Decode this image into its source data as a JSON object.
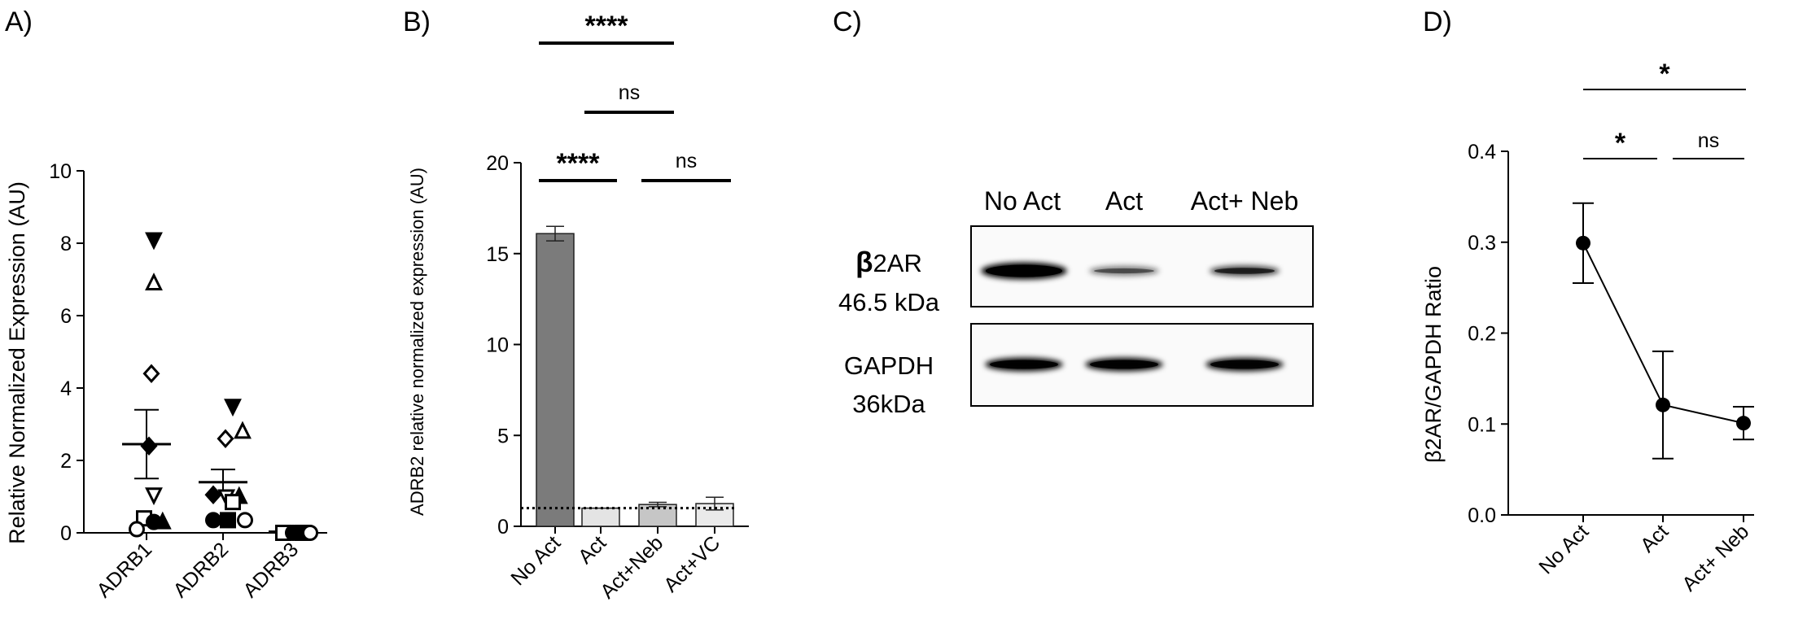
{
  "panels": {
    "A": {
      "label": "A)",
      "chart_data": {
        "type": "scatter",
        "ylabel": "Relative Normalized Expression (AU)",
        "xlabel": "",
        "categories": [
          "ADRB1",
          "ADRB2",
          "ADRB3"
        ],
        "ylim": [
          0,
          10
        ],
        "yticks": [
          0,
          2,
          4,
          6,
          8,
          10
        ],
        "points": [
          {
            "cat": "ADRB1",
            "dx": 0.15,
            "y": 8.1,
            "marker": "triangle-down-filled"
          },
          {
            "cat": "ADRB1",
            "dx": 0.15,
            "y": 6.9,
            "marker": "triangle-up-open"
          },
          {
            "cat": "ADRB1",
            "dx": 0.1,
            "y": 4.4,
            "marker": "diamond-open"
          },
          {
            "cat": "ADRB1",
            "dx": 0.05,
            "y": 2.4,
            "marker": "diamond-filled"
          },
          {
            "cat": "ADRB1",
            "dx": 0.15,
            "y": 1.05,
            "marker": "triangle-down-open"
          },
          {
            "cat": "ADRB1",
            "dx": -0.05,
            "y": 0.4,
            "marker": "square-open"
          },
          {
            "cat": "ADRB1",
            "dx": 0.15,
            "y": 0.3,
            "marker": "circle-filled"
          },
          {
            "cat": "ADRB1",
            "dx": 0.33,
            "y": 0.3,
            "marker": "triangle-up-filled"
          },
          {
            "cat": "ADRB1",
            "dx": -0.2,
            "y": 0.1,
            "marker": "circle-open"
          },
          {
            "cat": "ADRB2",
            "dx": 0.2,
            "y": 3.5,
            "marker": "triangle-down-filled"
          },
          {
            "cat": "ADRB2",
            "dx": 0.4,
            "y": 2.8,
            "marker": "triangle-up-open"
          },
          {
            "cat": "ADRB2",
            "dx": 0.05,
            "y": 2.6,
            "marker": "diamond-open"
          },
          {
            "cat": "ADRB2",
            "dx": -0.2,
            "y": 1.05,
            "marker": "diamond-filled"
          },
          {
            "cat": "ADRB2",
            "dx": 0.07,
            "y": 1.0,
            "marker": "triangle-down-open"
          },
          {
            "cat": "ADRB2",
            "dx": 0.33,
            "y": 1.0,
            "marker": "triangle-up-filled"
          },
          {
            "cat": "ADRB2",
            "dx": 0.2,
            "y": 0.85,
            "marker": "square-open"
          },
          {
            "cat": "ADRB2",
            "dx": -0.2,
            "y": 0.35,
            "marker": "circle-filled"
          },
          {
            "cat": "ADRB2",
            "dx": 0.1,
            "y": 0.35,
            "marker": "square-filled"
          },
          {
            "cat": "ADRB2",
            "dx": 0.45,
            "y": 0.35,
            "marker": "circle-open"
          },
          {
            "cat": "ADRB3",
            "dx": -0.2,
            "y": 0.0,
            "marker": "square-open"
          },
          {
            "cat": "ADRB3",
            "dx": 0.0,
            "y": 0.0,
            "marker": "circle-filled"
          },
          {
            "cat": "ADRB3",
            "dx": 0.2,
            "y": 0.0,
            "marker": "square-filled"
          },
          {
            "cat": "ADRB3",
            "dx": 0.35,
            "y": 0.0,
            "marker": "circle-open"
          }
        ],
        "summary": [
          {
            "cat": "ADRB1",
            "mean": 2.45,
            "sem_low": 1.5,
            "sem_high": 3.4
          },
          {
            "cat": "ADRB2",
            "mean": 1.4,
            "sem_low": 1.05,
            "sem_high": 1.75
          },
          {
            "cat": "ADRB3",
            "mean": 0.03,
            "sem_low": 0.0,
            "sem_high": 0.06
          }
        ]
      }
    },
    "B": {
      "label": "B)",
      "chart_data": {
        "type": "bar",
        "ylabel": "ADRB2 relative normalized expression (AU)",
        "xlabel": "",
        "categories": [
          "No Act",
          "Act",
          "Act+Neb",
          "Act+VC"
        ],
        "values": [
          16.1,
          1.0,
          1.2,
          1.25
        ],
        "errors": [
          0.4,
          0.0,
          0.12,
          0.35
        ],
        "colors": [
          "#7b7b7b",
          "#e4e4e4",
          "#c6c6c6",
          "#eaeaea"
        ],
        "ylim": [
          0,
          20
        ],
        "yticks": [
          0,
          5,
          10,
          15,
          20
        ],
        "reference_line": 1.0,
        "significance": [
          {
            "from": 0,
            "to": 2,
            "label": "****"
          },
          {
            "from": 1,
            "to": 2,
            "label": "ns"
          },
          {
            "from": 0,
            "to": 1,
            "label": "****"
          },
          {
            "from": 2,
            "to": 3,
            "label": "ns"
          }
        ]
      }
    },
    "C": {
      "label": "C)",
      "lanes": [
        "No Act",
        "Act",
        "Act+ Neb"
      ],
      "rows": [
        {
          "label_bold": "β",
          "label_rest": "2AR",
          "label2": "46.5 kDa",
          "intensities": [
            1.0,
            0.45,
            0.65
          ]
        },
        {
          "label_bold": "",
          "label_rest": "GAPDH",
          "label2": "36kDa",
          "intensities": [
            0.92,
            0.9,
            0.88
          ]
        }
      ]
    },
    "D": {
      "label": "D)",
      "chart_data": {
        "type": "line",
        "ylabel": "β2AR/GAPDH Ratio",
        "xlabel": "",
        "categories": [
          "No Act",
          "Act",
          "Act+ Neb"
        ],
        "values": [
          0.299,
          0.121,
          0.101
        ],
        "errors": [
          0.044,
          0.059,
          0.018
        ],
        "ylim": [
          0,
          0.4
        ],
        "yticks": [
          "0.0",
          "0.1",
          "0.2",
          "0.3",
          "0.4"
        ],
        "significance": [
          {
            "from": 0,
            "to": 2,
            "label": "*"
          },
          {
            "from": 0,
            "to": 1,
            "label": "*"
          },
          {
            "from": 1,
            "to": 2,
            "label": "ns"
          }
        ]
      }
    }
  }
}
